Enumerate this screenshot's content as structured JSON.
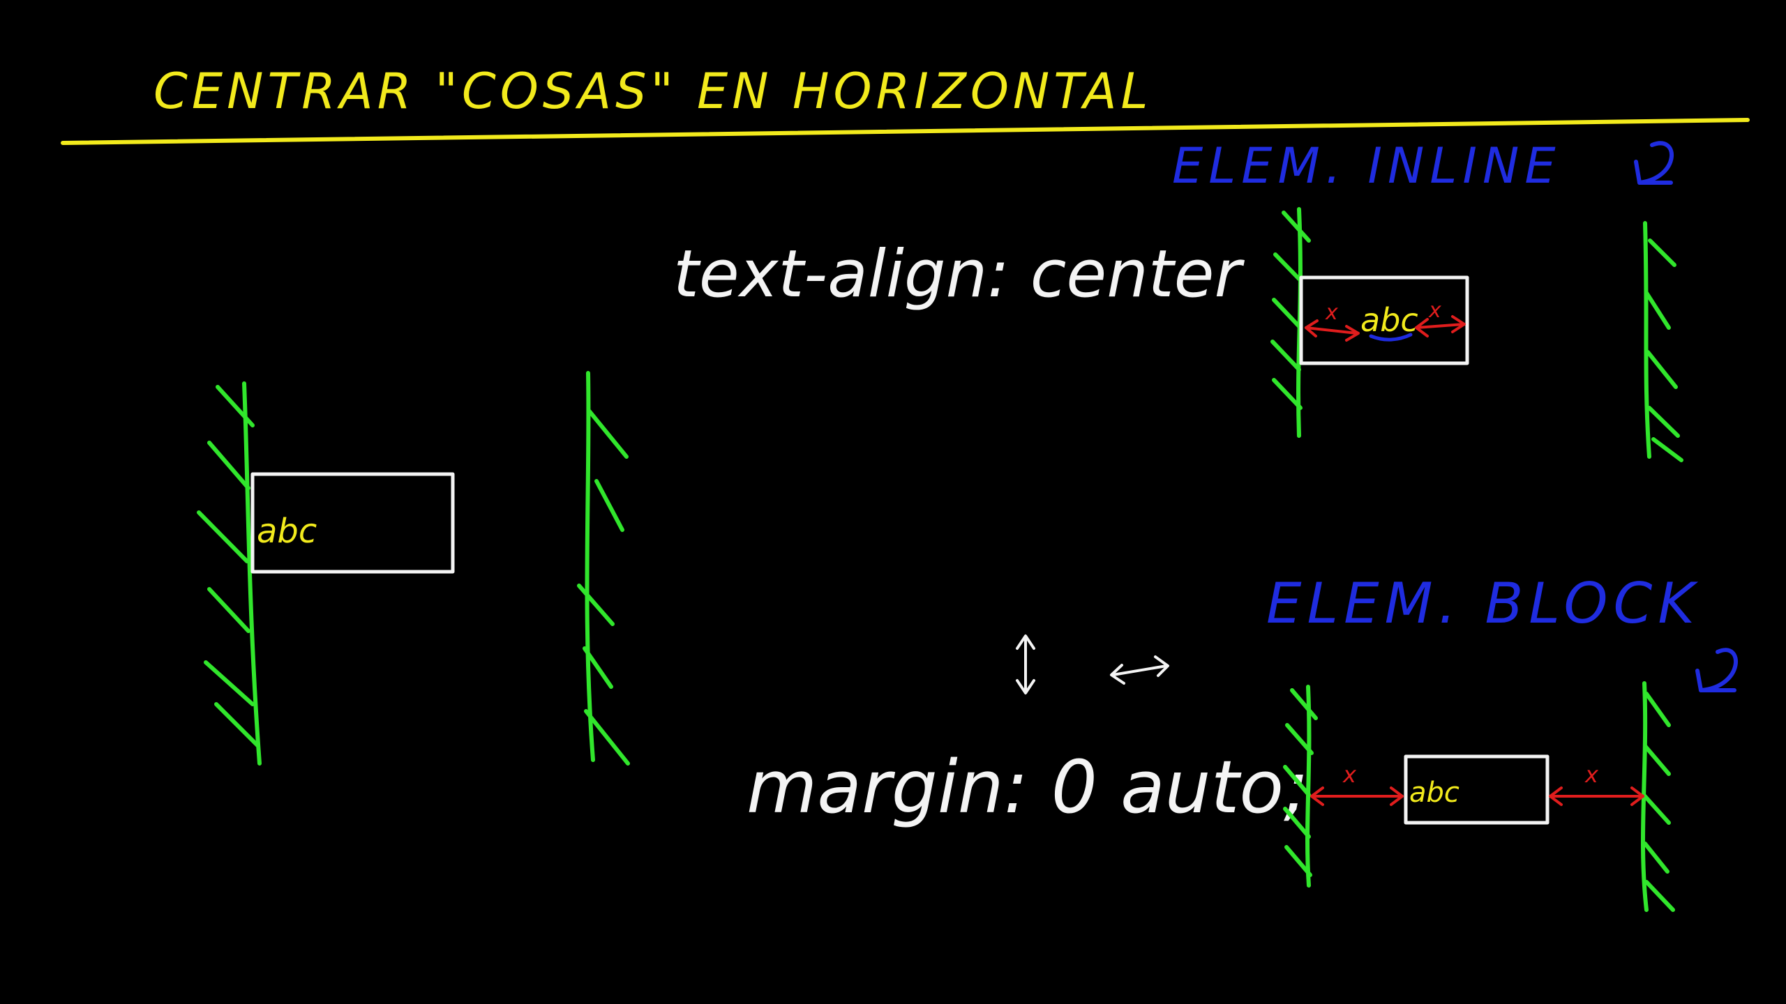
{
  "title": "CENTRAR \"COSAS\" EN HORIZONTAL",
  "rules": {
    "inline": "text-align: center",
    "block": "margin: 0 auto;"
  },
  "labels": {
    "inline": "ELEM. INLINE",
    "block": "ELEM. BLOCK"
  },
  "box_text": "abc",
  "margin_marker": "x",
  "colors": {
    "background": "#000000",
    "title": "#f2ea1c",
    "rule_text": "#f4f4f4",
    "label_text": "#1f2ce0",
    "wall": "#31e62c",
    "box_outline": "#f4f4f4",
    "box_text": "#f2ea1c",
    "arrow": "#e01d1d",
    "underline": "#1f2ce0"
  },
  "icons": {
    "return_arrow": "curved-return-arrow-icon",
    "vertical_arrow": "up-down-arrow-icon",
    "horizontal_arrow": "left-right-arrow-icon"
  }
}
